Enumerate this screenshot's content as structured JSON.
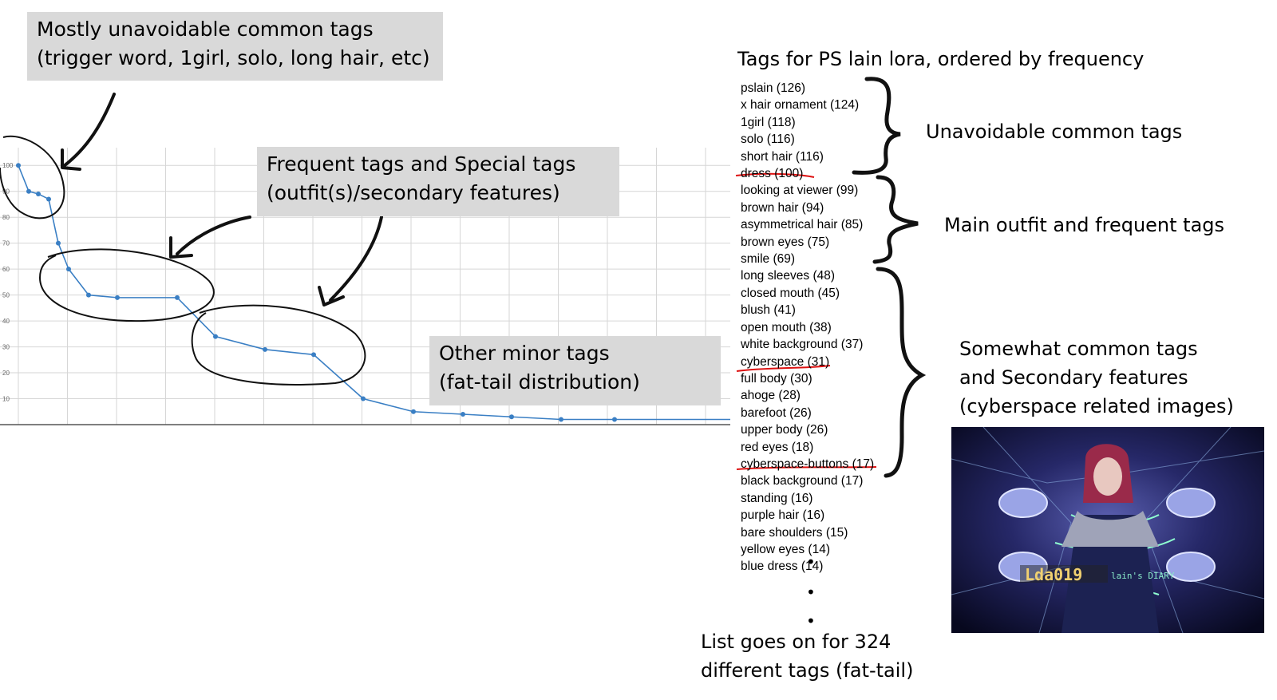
{
  "chart_data": {
    "type": "line",
    "x": [
      1,
      2,
      3,
      4,
      5,
      6,
      7,
      8,
      9,
      10,
      11,
      12,
      13,
      14,
      15,
      16,
      17,
      18,
      19
    ],
    "values": [
      100,
      90,
      89,
      87,
      70,
      60,
      50,
      49,
      49,
      34,
      29,
      27,
      10,
      5,
      4,
      3,
      2,
      2,
      2
    ],
    "ylim": [
      0,
      105
    ],
    "yticks": [
      10,
      20,
      30,
      40,
      50,
      60,
      70,
      80,
      90,
      100
    ],
    "grid": true,
    "color": "#3a7fc4"
  },
  "callouts": {
    "top_left": [
      "Mostly unavoidable common tags",
      "(trigger word, 1girl, solo, long hair, etc)"
    ],
    "middle": [
      "Frequent tags and Special tags",
      "(outfit(s)/secondary features)"
    ],
    "minor": [
      "Other minor tags",
      "(fat-tail distribution)"
    ]
  },
  "tags_title": "Tags for PS lain lora, ordered by frequency",
  "tags": [
    "pslain (126)",
    "x hair ornament (124)",
    "1girl (118)",
    "solo (116)",
    "short hair (116)",
    "dress (100)",
    "looking at viewer (99)",
    "brown hair (94)",
    "asymmetrical hair (85)",
    "brown eyes (75)",
    "smile (69)",
    "long sleeves (48)",
    "closed mouth (45)",
    "blush (41)",
    "open mouth (38)",
    "white background (37)",
    "cyberspace (31)",
    "full body (30)",
    "ahoge (28)",
    "barefoot (26)",
    "upper body (26)",
    "red eyes (18)",
    "cyberspace-buttons (17)",
    "black background (17)",
    "standing (16)",
    "purple hair (16)",
    "bare shoulders (15)",
    "yellow eyes (14)",
    "blue dress (14)"
  ],
  "group_labels": {
    "unavoidable": "Unavoidable common tags",
    "main_outfit": "Main outfit and frequent tags",
    "somewhat": [
      "Somewhat common tags",
      "and Secondary features",
      "(cyberspace related images)"
    ]
  },
  "footer": [
    "List goes on for 324",
    "different tags (fat-tail)"
  ],
  "screenshot": {
    "label_left": "Lda019",
    "label_right": "lain's DIARY"
  }
}
